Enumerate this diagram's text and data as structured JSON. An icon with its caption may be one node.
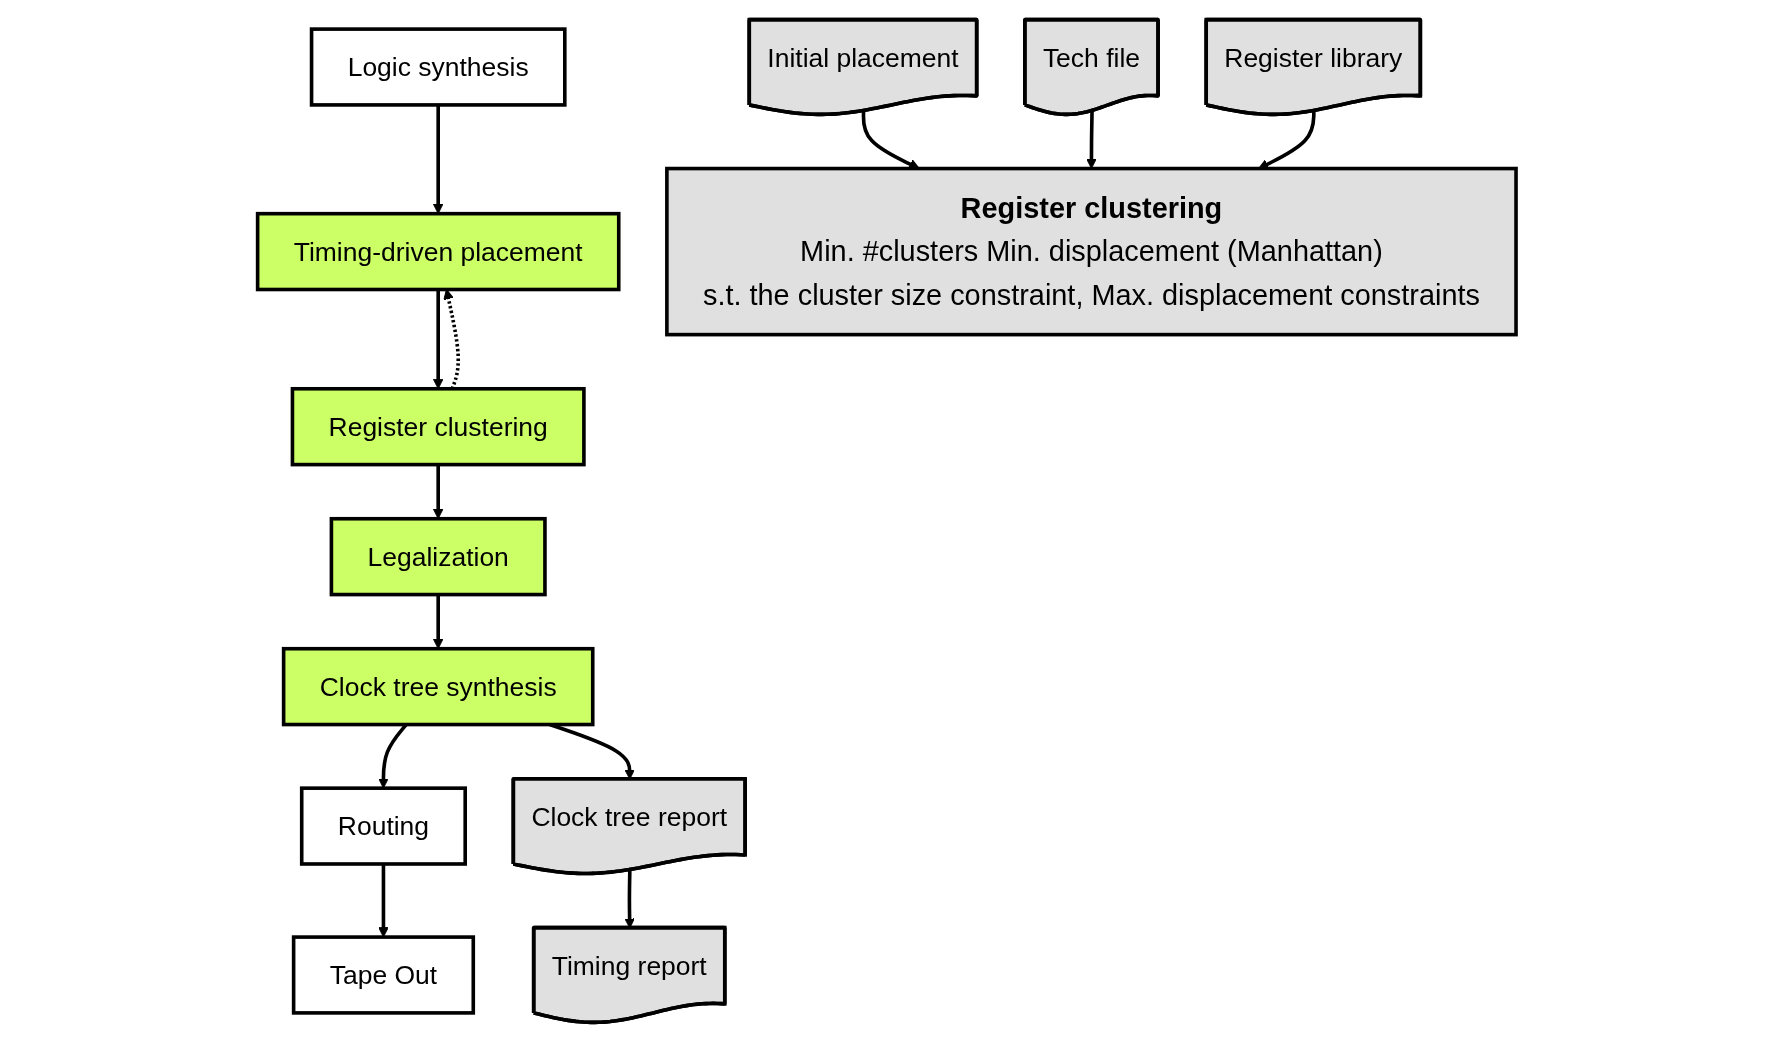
{
  "diagram": {
    "nodes": [
      {
        "text": [
          "Logic synthesis"
        ]
      },
      {
        "text": [
          "Timing-driven placement"
        ]
      },
      {
        "text": [
          "Register clustering"
        ]
      },
      {
        "text": [
          "Legalization"
        ]
      },
      {
        "text": [
          "Clock tree synthesis"
        ]
      },
      {
        "text": [
          "Routing"
        ]
      },
      {
        "text": [
          "Tape Out"
        ]
      },
      {
        "text": [
          "Initial placement"
        ]
      },
      {
        "text": [
          "Tech file"
        ]
      },
      {
        "text": [
          "Register library"
        ]
      },
      {
        "text": [
          "Register clustering",
          "Min. #clusters Min. displacement (Manhattan)",
          "s.t. the cluster size constraint, Max. displacement constraints"
        ]
      },
      {
        "text": [
          "Clock tree report"
        ]
      },
      {
        "text": [
          "Timing report"
        ]
      }
    ],
    "edges": [
      {
        "from": 0,
        "to": 1,
        "arrow": "to"
      },
      {
        "from": 1,
        "to": 2,
        "arrow": "to"
      },
      {
        "from": 2,
        "to": 1,
        "arrow": "to",
        "style": "dashed"
      },
      {
        "from": 2,
        "to": 3,
        "arrow": "to"
      },
      {
        "from": 3,
        "to": 4,
        "arrow": "to"
      },
      {
        "from": 4,
        "to": 5,
        "arrow": "to"
      },
      {
        "from": 5,
        "to": 6,
        "arrow": "to"
      },
      {
        "from": 7,
        "to": 10,
        "arrow": "to"
      },
      {
        "from": 8,
        "to": 10,
        "arrow": "to"
      },
      {
        "from": 9,
        "to": 10,
        "arrow": "to"
      },
      {
        "from": 4,
        "to": 11,
        "arrow": "to"
      },
      {
        "from": 11,
        "to": 12,
        "arrow": "to"
      }
    ]
  }
}
